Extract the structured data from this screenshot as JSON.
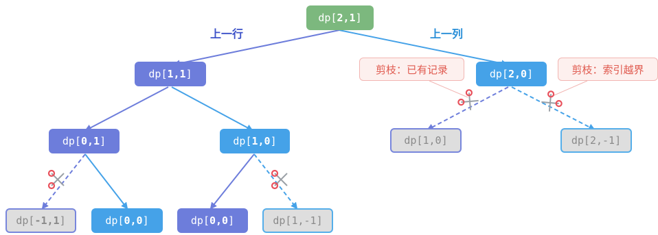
{
  "colors": {
    "root": "#7cb87e",
    "row_branch": "#6d7ddb",
    "col_branch": "#45a2e8",
    "pruned_fill": "#dedede",
    "prune_text": "#e05a4f",
    "scissors": "#e8515c"
  },
  "labels": {
    "row": "上一行",
    "col": "上一列"
  },
  "callouts": {
    "memo": "剪枝：已有记录",
    "bounds": "剪枝：索引越界"
  },
  "nodes": {
    "root": {
      "pre": "dp[",
      "args": "2,1",
      "post": "]"
    },
    "l1_left": {
      "pre": "dp[",
      "args": "1,1",
      "post": "]"
    },
    "l1_right": {
      "pre": "dp[",
      "args": "2,0",
      "post": "]"
    },
    "l2_a": {
      "pre": "dp[",
      "args": "0,1",
      "post": "]"
    },
    "l2_b": {
      "pre": "dp[",
      "args": "1,0",
      "post": "]"
    },
    "l2_c": {
      "pre": "dp[",
      "args": "1,0",
      "post": "]"
    },
    "l2_d": {
      "pre": "dp[",
      "args": "2,-1",
      "post": "]"
    },
    "l3_a": {
      "pre": "dp[",
      "args": "-1,1",
      "post": "]"
    },
    "l3_b": {
      "pre": "dp[",
      "args": "0,0",
      "post": "]"
    },
    "l3_c": {
      "pre": "dp[",
      "args": "0,0",
      "post": "]"
    },
    "l3_d": {
      "pre": "dp[",
      "args": "1,-1",
      "post": "]"
    }
  },
  "icons": {
    "prune": "scissors-icon"
  }
}
